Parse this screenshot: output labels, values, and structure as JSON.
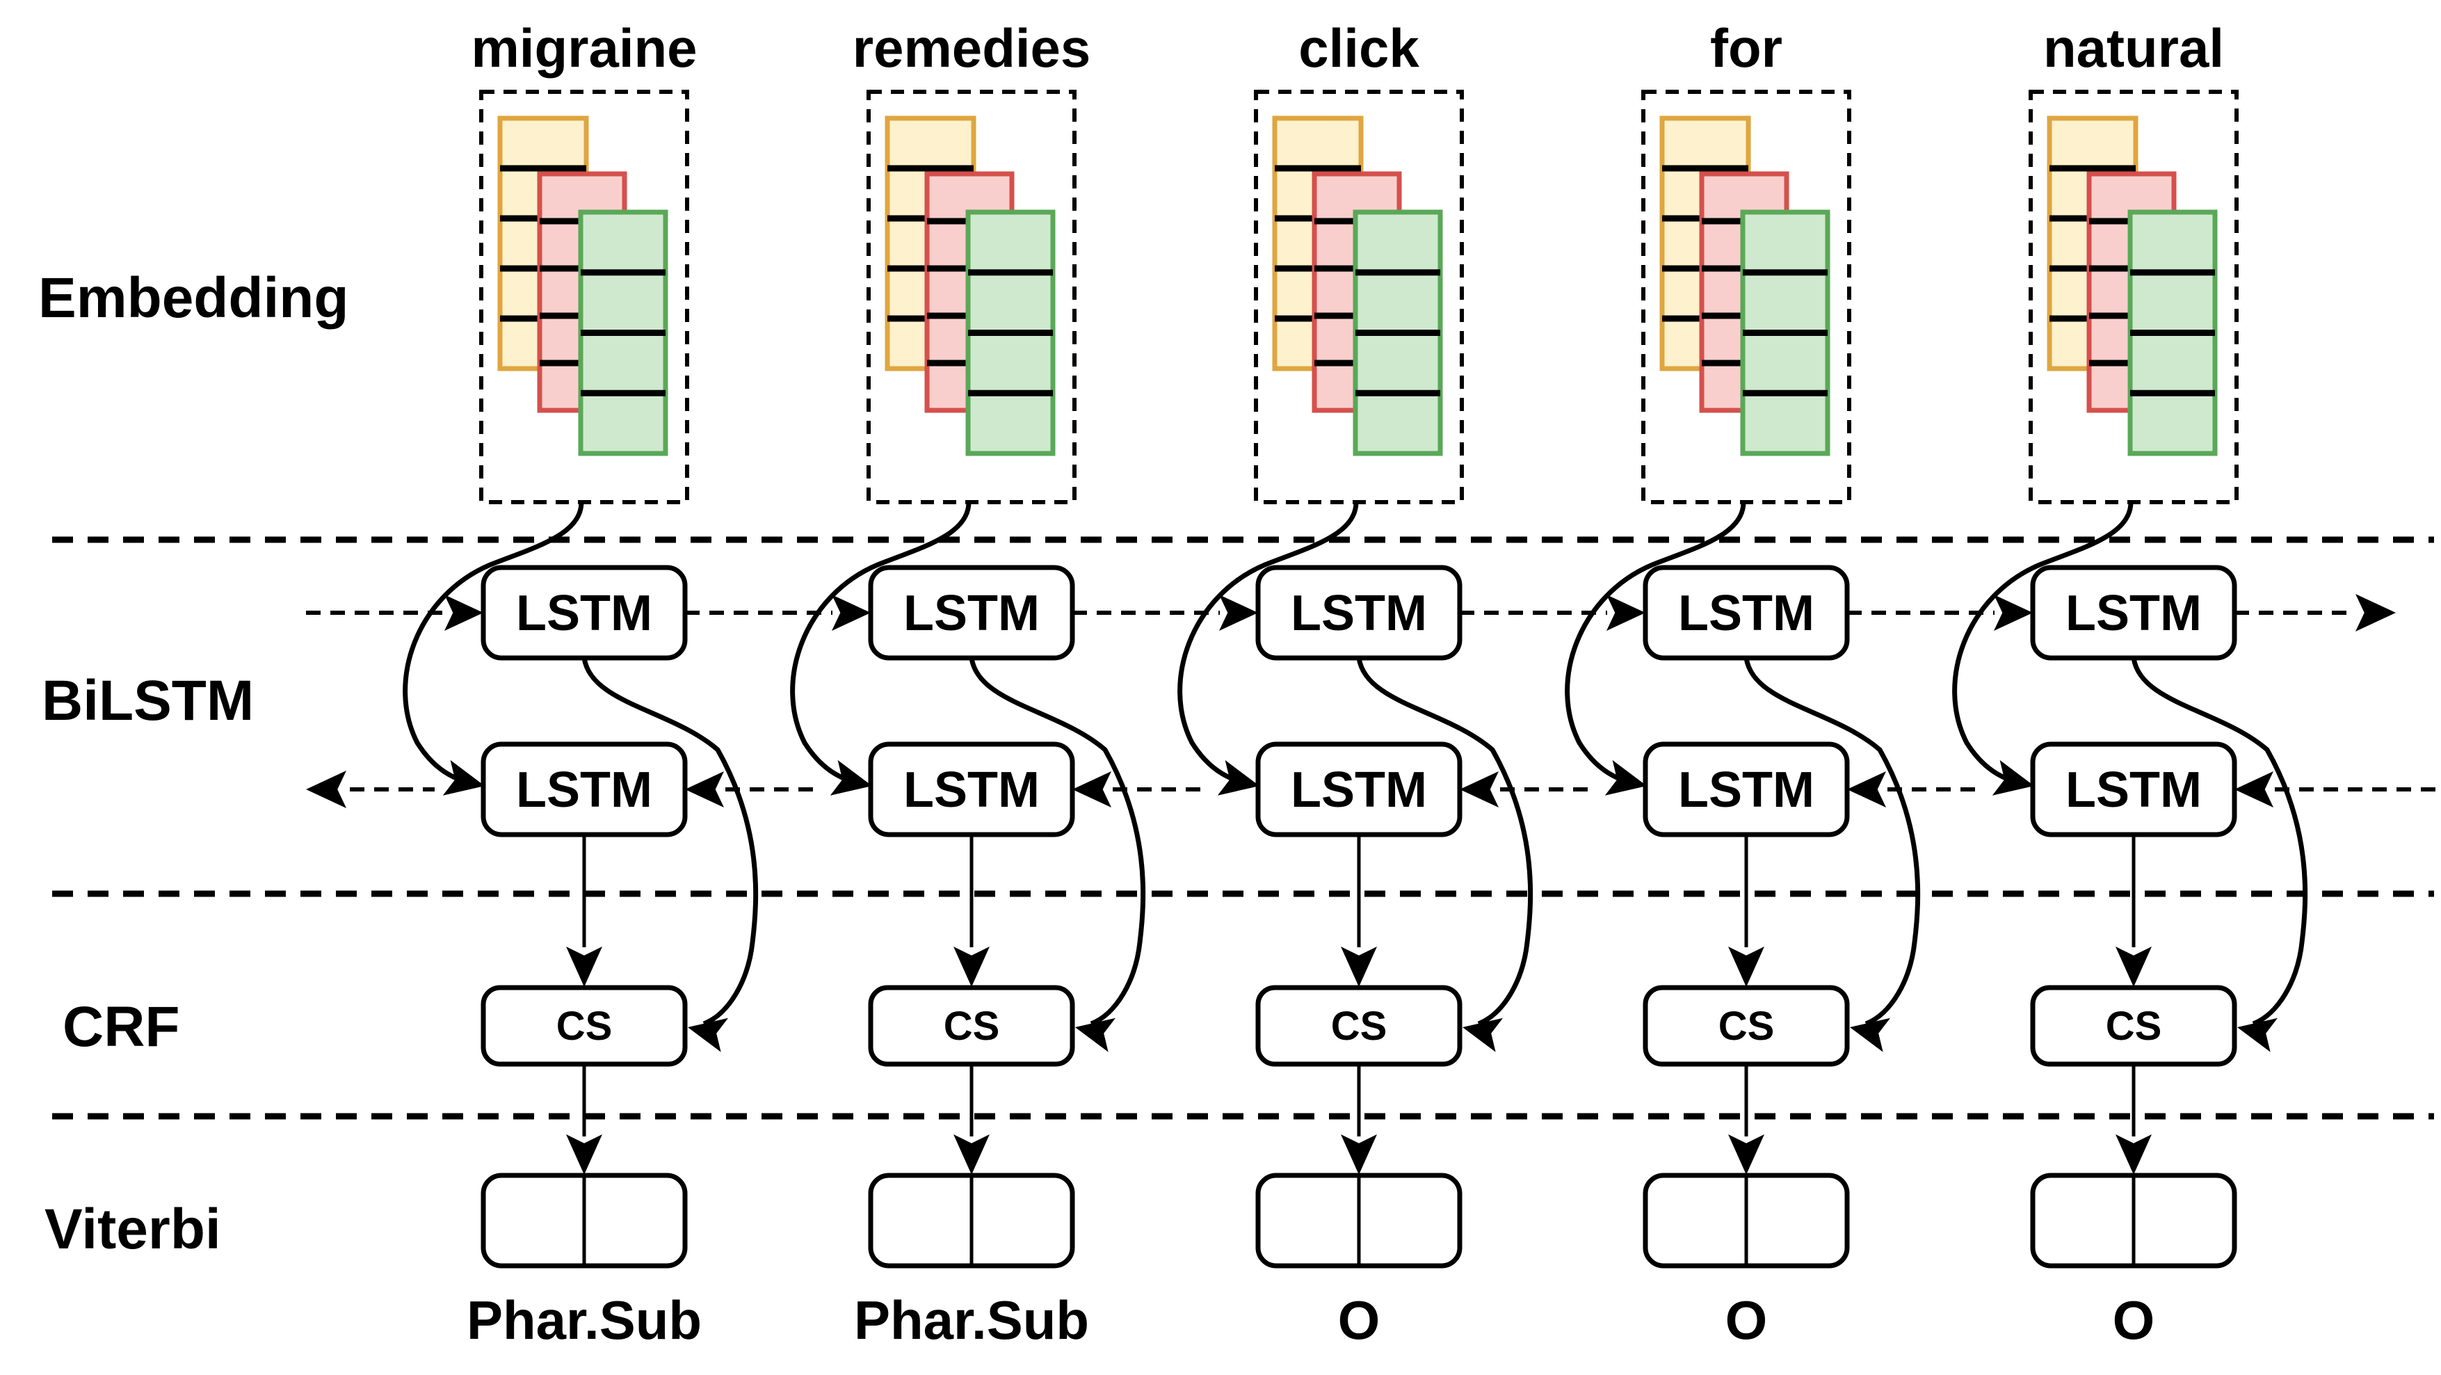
{
  "figure": {
    "title_hint": "BiLSTM-CRF sequence labeling diagram",
    "background": "#ffffff",
    "line_color": "#000000",
    "layers": [
      {
        "id": "embedding",
        "label": "Embedding"
      },
      {
        "id": "bilstm",
        "label": "BiLSTM"
      },
      {
        "id": "crf",
        "label": "CRF"
      },
      {
        "id": "viterbi",
        "label": "Viterbi"
      }
    ],
    "node_labels": {
      "forward_lstm": "LSTM",
      "backward_lstm": "LSTM",
      "crf_state": "CS"
    },
    "tokens": [
      {
        "word": "migraine",
        "tag": "Phar.Sub"
      },
      {
        "word": "remedies",
        "tag": "Phar.Sub"
      },
      {
        "word": "click",
        "tag": "O"
      },
      {
        "word": "for",
        "tag": "O"
      },
      {
        "word": "natural",
        "tag": "O"
      }
    ],
    "embedding_stack": [
      {
        "name": "embedding-vector-back",
        "cells": 5,
        "fill": "#FDF1CE",
        "stroke": "#DFA640"
      },
      {
        "name": "embedding-vector-mid",
        "cells": 5,
        "fill": "#F9CFCD",
        "stroke": "#D5504C"
      },
      {
        "name": "embedding-vector-front",
        "cells": 4,
        "fill": "#CFE9CE",
        "stroke": "#5AA858"
      }
    ]
  }
}
